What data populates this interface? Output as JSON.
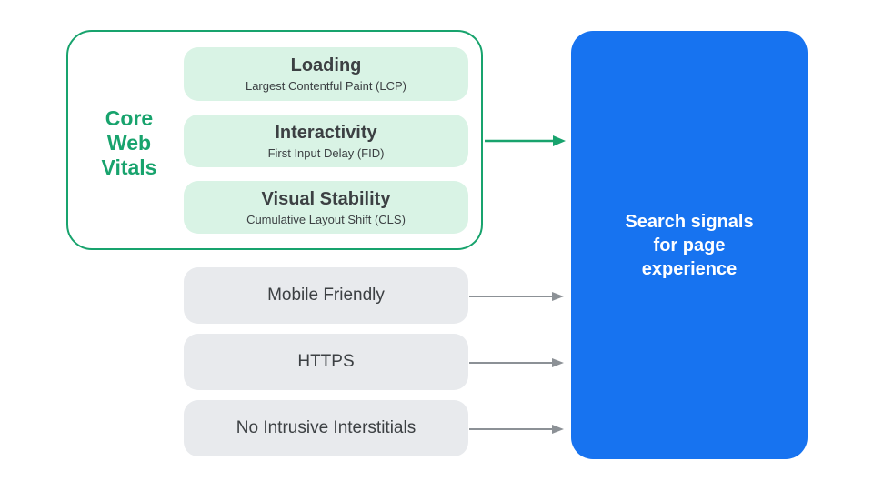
{
  "colors": {
    "green": "#18A36D",
    "green_light": "#D9F3E5",
    "blue": "#1773F0",
    "gray_light": "#E8EAED",
    "text_dark": "#3C4043",
    "arrow_gray": "#8C9196",
    "white": "#FFFFFF"
  },
  "core_web_vitals": {
    "label_lines": [
      "Core",
      "Web",
      "Vitals"
    ],
    "items": [
      {
        "title": "Loading",
        "subtitle": "Largest Contentful Paint (LCP)"
      },
      {
        "title": "Interactivity",
        "subtitle": "First Input Delay (FID)"
      },
      {
        "title": "Visual Stability",
        "subtitle": "Cumulative Layout Shift (CLS)"
      }
    ]
  },
  "other_signals": [
    {
      "label": "Mobile Friendly"
    },
    {
      "label": "HTTPS"
    },
    {
      "label": "No Intrusive Interstitials"
    }
  ],
  "result": {
    "lines": [
      "Search signals",
      "for page",
      "experience"
    ]
  }
}
